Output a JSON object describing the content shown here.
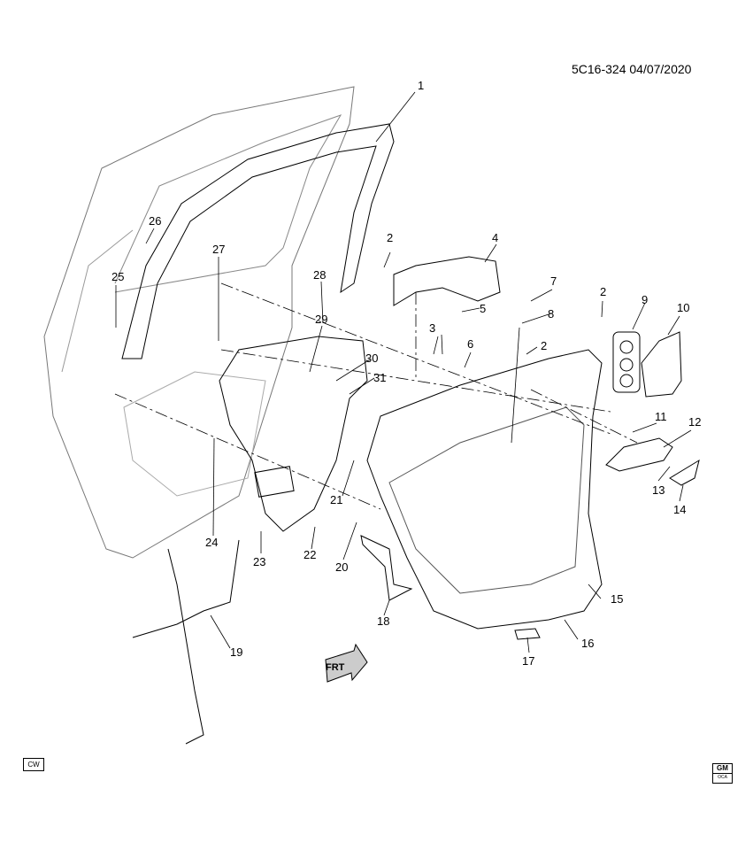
{
  "drawing": {
    "id_date": "5C16-324  04/07/2020",
    "cw_label": "CW",
    "gm_label": "GM",
    "gm_sub": "OCA",
    "frt_label": "FRT"
  },
  "callouts": [
    "1",
    "2",
    "2",
    "2",
    "3",
    "4",
    "5",
    "6",
    "7",
    "8",
    "9",
    "10",
    "11",
    "12",
    "13",
    "14",
    "15",
    "16",
    "17",
    "18",
    "19",
    "20",
    "21",
    "22",
    "23",
    "24",
    "25",
    "26",
    "27",
    "28",
    "29",
    "30",
    "31"
  ]
}
